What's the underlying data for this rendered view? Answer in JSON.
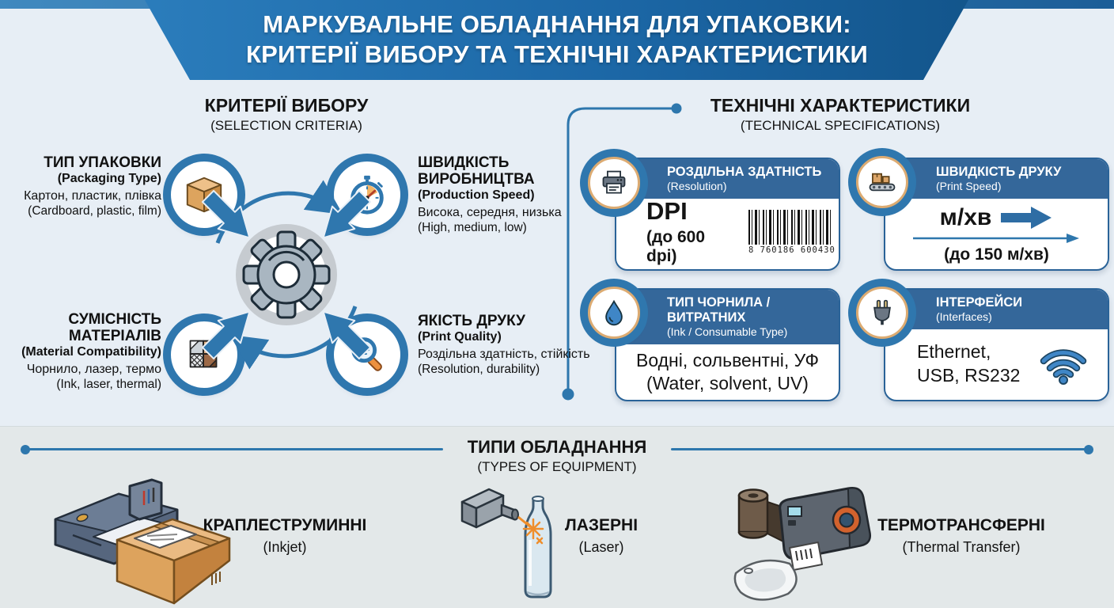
{
  "header": {
    "title_line1": "МАРКУВАЛЬНЕ ОБЛАДНАННЯ ДЛЯ УПАКОВКИ:",
    "title_line2": "КРИТЕРІЇ ВИБОРУ ТА ТЕХНІЧНІ ХАРАКТЕРИСТИКИ"
  },
  "criteria_section": {
    "title": "КРИТЕРІЇ ВИБОРУ",
    "subtitle": "(SELECTION CRITERIA)",
    "hub_icon": "gear-icon",
    "items": [
      {
        "title": "ТИП УПАКОВКИ",
        "subtitle": "(Packaging Type)",
        "desc": "Картон, пластик, плівка",
        "desc_en": "(Cardboard, plastic, film)",
        "icon": "box-question-icon"
      },
      {
        "title": "ШВИДКІСТЬ ВИРОБНИЦТВА",
        "subtitle": "(Production Speed)",
        "desc": "Висока, середня, низька",
        "desc_en": "(High, medium, low)",
        "icon": "stopwatch-icon"
      },
      {
        "title": "СУМІСНІСТЬ МАТЕРІАЛІВ",
        "subtitle": "(Material Compatibility)",
        "desc": "Чорнило, лазер, термо",
        "desc_en": "(Ink, laser, thermal)",
        "icon": "material-swatches-icon"
      },
      {
        "title": "ЯКІСТЬ ДРУКУ",
        "subtitle": "(Print Quality)",
        "desc": "Роздільна здатність, стійкість",
        "desc_en": "(Resolution, durability)",
        "icon": "magnifier-icon"
      }
    ]
  },
  "specs_section": {
    "title": "ТЕХНІЧНІ ХАРАКТЕРИСТИКИ",
    "subtitle": "(TECHNICAL SPECIFICATIONS)",
    "cards": [
      {
        "title": "РОЗДІЛЬНА ЗДАТНІСТЬ",
        "subtitle": "(Resolution)",
        "value": "DPI",
        "note": "(до 600 dpi)",
        "barcode_digits": "8 760186 600430",
        "icon": "printer-icon"
      },
      {
        "title": "ШВИДКІСТЬ ДРУКУ",
        "subtitle": "(Print Speed)",
        "value": "м/хв",
        "note": "(до 150 м/хв)",
        "icon": "conveyor-icon"
      },
      {
        "title": "ТИП ЧОРНИЛА / ВИТРАТНИХ",
        "subtitle": "(Ink / Consumable Type)",
        "value": "Водні, сольвентні, УФ",
        "note": "(Water, solvent, UV)",
        "icon": "ink-drop-icon"
      },
      {
        "title": "ІНТЕРФЕЙСИ",
        "subtitle": "(Interfaces)",
        "value": "Ethernet,",
        "value_line2": "USB, RS232",
        "icon": "plug-icon"
      }
    ]
  },
  "equipment_section": {
    "title": "ТИПИ ОБЛАДНАННЯ",
    "subtitle": "(TYPES OF EQUIPMENT)",
    "items": [
      {
        "title": "КРАПЛЕСТРУМИННІ",
        "subtitle": "(Inkjet)",
        "illustration": "inkjet-printer-box"
      },
      {
        "title": "ЛАЗЕРНІ",
        "subtitle": "(Laser)",
        "illustration": "laser-marker-bottle"
      },
      {
        "title": "ТЕРМОТРАНСФЕРНІ",
        "subtitle": "(Thermal Transfer)",
        "illustration": "thermal-printer-ribbon-pouch"
      }
    ]
  },
  "colors": {
    "accent_blue": "#2e77ad",
    "card_header_blue": "#34679a",
    "banner_gradient_left": "#2f83c2",
    "banner_gradient_right": "#0f4e81",
    "background_top": "#e7eef5",
    "background_bottom": "#e3e8e9",
    "orange": "#e8913f"
  }
}
